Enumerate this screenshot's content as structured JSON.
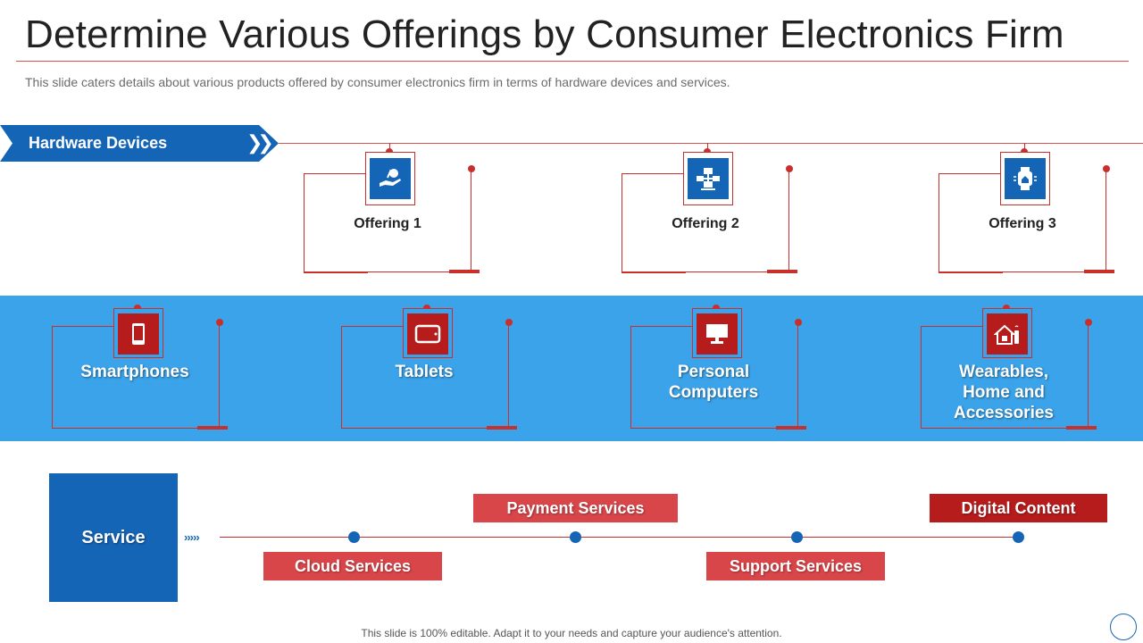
{
  "title": "Determine Various Offerings by Consumer Electronics Firm",
  "subtitle": "This slide caters details about various products offered by consumer electronics firm in terms of hardware devices and services.",
  "hardware": {
    "label": "Hardware Devices",
    "chevrons": "»",
    "offerings": [
      {
        "label": "Offering 1",
        "icon": "hand-coin-icon"
      },
      {
        "label": "Offering 2",
        "icon": "network-devices-icon"
      },
      {
        "label": "Offering 3",
        "icon": "smartwatch-home-icon"
      }
    ]
  },
  "products": [
    {
      "label": "Smartphones",
      "icon": "smartphone-icon"
    },
    {
      "label": "Tablets",
      "icon": "tablet-icon"
    },
    {
      "label": "Personal Computers",
      "icon": "monitor-icon"
    },
    {
      "label": "Wearables, Home and Accessories",
      "icon": "smart-home-icon"
    }
  ],
  "service": {
    "label": "Service",
    "arrows": "›››››",
    "items": [
      {
        "label": "Cloud Services"
      },
      {
        "label": "Payment Services"
      },
      {
        "label": "Support Services"
      },
      {
        "label": "Digital Content"
      }
    ]
  },
  "footer": "This slide is 100% editable. Adapt it to your needs and capture your audience's attention.",
  "colors": {
    "primary_blue": "#1565b7",
    "band_blue": "#3ba3ea",
    "accent_red": "#c9302c",
    "box_red": "#d9464a",
    "dark_red": "#b71c1c"
  }
}
